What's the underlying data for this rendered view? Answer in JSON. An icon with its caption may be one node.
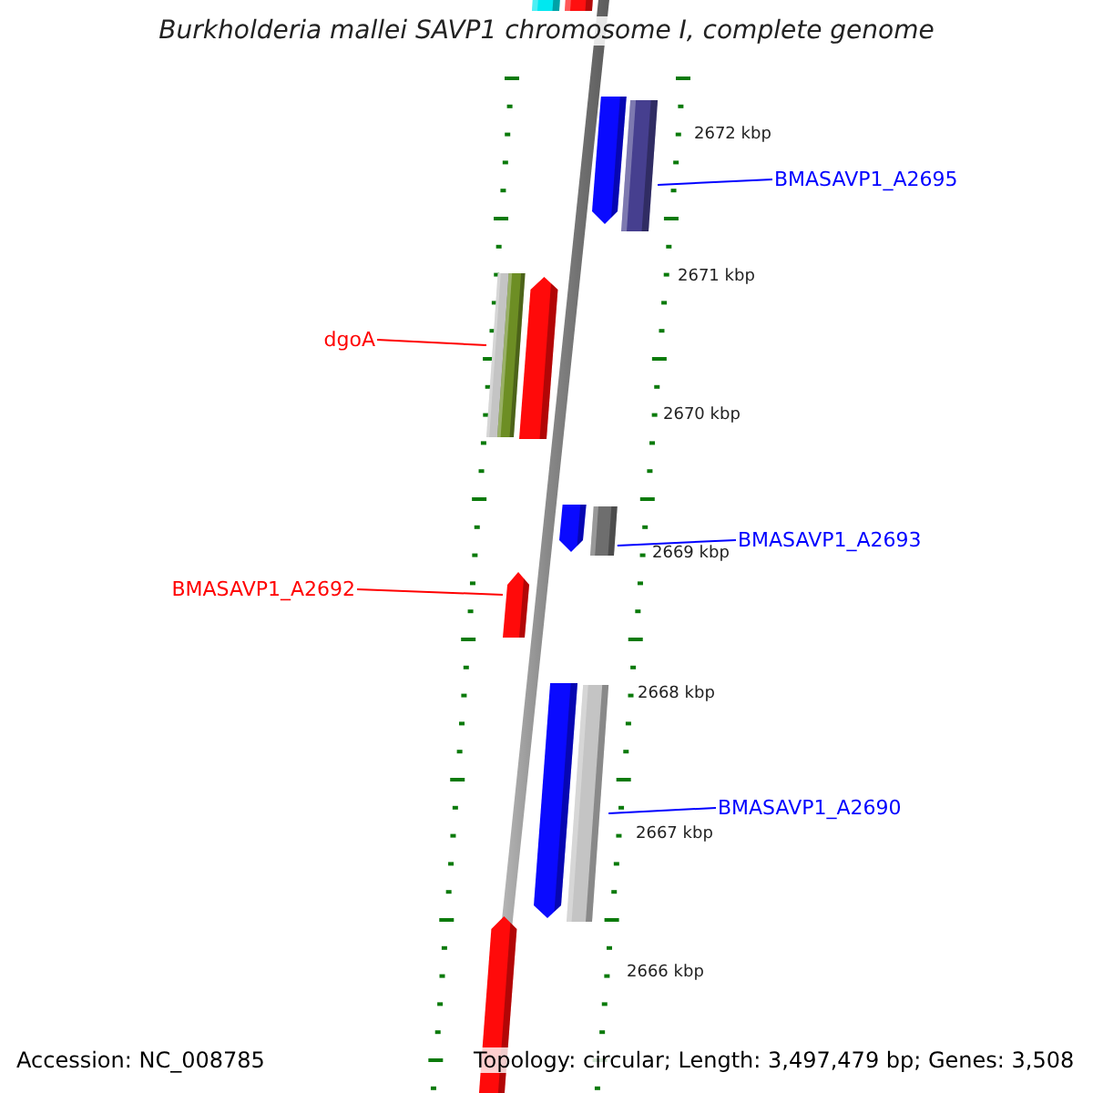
{
  "diagram": {
    "title": "Burkholderia mallei SAVP1 chromosome I, complete genome",
    "nodes": [
      {
        "text": [],
        "shape": "bar"
      },
      {
        "text": [],
        "shape": "bar"
      },
      {
        "text": [],
        "shape": "bar"
      },
      {
        "text": [],
        "shape": "bar"
      },
      {
        "text": [
          "BMASAVP1_A2695"
        ]
      },
      {
        "text": [],
        "shape": "bar"
      },
      {
        "text": [],
        "shape": "bar"
      },
      {
        "text": [],
        "shape": "bar"
      },
      {
        "text": [
          "dgoA"
        ]
      },
      {
        "text": [],
        "shape": "bar"
      },
      {
        "text": [],
        "shape": "bar"
      },
      {
        "text": [
          "BMASAVP1_A2693"
        ]
      },
      {
        "text": [],
        "shape": "bar"
      },
      {
        "text": [
          "BMASAVP1_A2692"
        ]
      },
      {
        "text": [],
        "shape": "bar"
      },
      {
        "text": [],
        "shape": "bar"
      },
      {
        "text": [
          "BMASAVP1_A2690"
        ]
      },
      {
        "text": [],
        "shape": "bar"
      }
    ],
    "edges": [
      {
        "from": 4,
        "to": 3,
        "arrow": "none",
        "color": "#0000ff"
      },
      {
        "from": 8,
        "to": 5,
        "arrow": "none",
        "color": "#ff0000"
      },
      {
        "from": 11,
        "to": 10,
        "arrow": "none",
        "color": "#0000ff"
      },
      {
        "from": 13,
        "to": 12,
        "arrow": "none",
        "color": "#ff0000"
      },
      {
        "from": 16,
        "to": 15,
        "arrow": "none",
        "color": "#0000ff"
      }
    ],
    "labels": [
      "2672 kbp",
      "2671 kbp",
      "2670 kbp",
      "2669 kbp",
      "2668 kbp",
      "2667 kbp",
      "2666 kbp",
      "Accession: NC_008785",
      "Topology: circular; Length: 3,497,479 bp; Genes: 3,508"
    ]
  }
}
